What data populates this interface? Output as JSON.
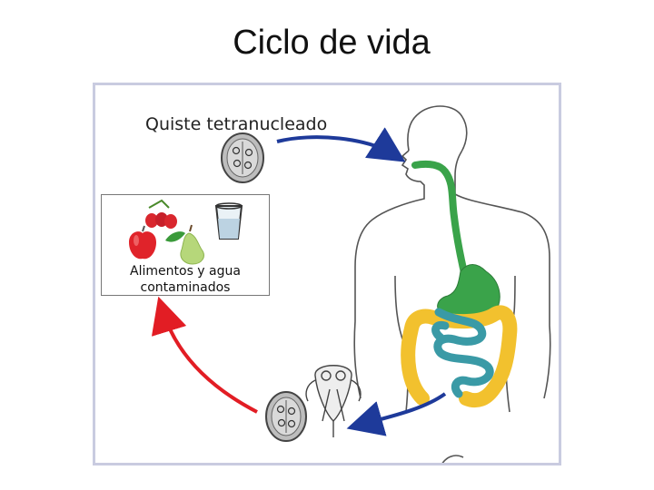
{
  "slide": {
    "title": "Ciclo de vida"
  },
  "diagram": {
    "cyst_label": "Quiste tetranucleado",
    "food_label_line1": "Alimentos y agua",
    "food_label_line2": "contaminados"
  },
  "colors": {
    "arrow_blue": "#1e3a9a",
    "arrow_red": "#e21d24",
    "stomach_green": "#3aa34a",
    "small_intestine": "#3a9aa6",
    "large_intestine": "#f2c12e",
    "frame_border": "#c9cbe0"
  }
}
